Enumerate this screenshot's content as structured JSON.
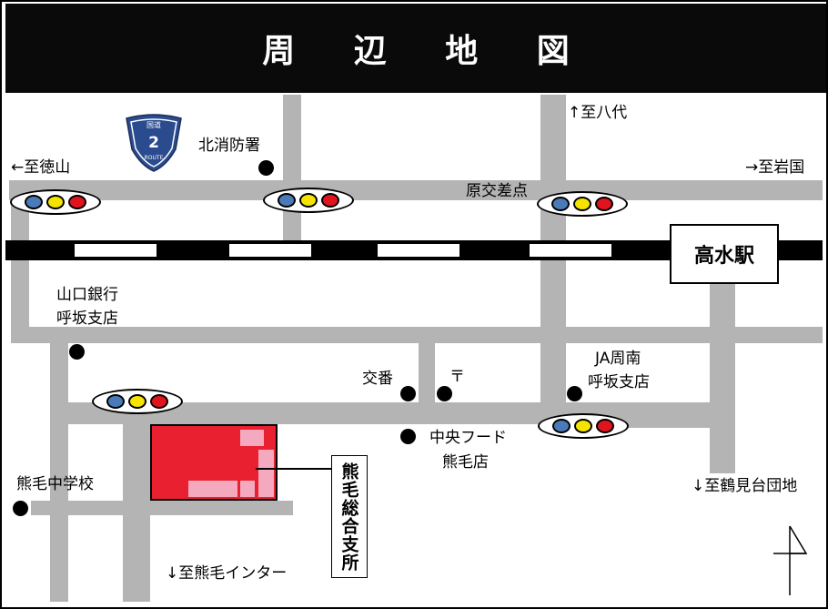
{
  "header": {
    "title": "周 辺 地 図"
  },
  "route_shield": {
    "top_text": "国道",
    "number": "2",
    "bottom_text": "ROUTE"
  },
  "station": {
    "name": "高水駅"
  },
  "destinations": {
    "tokuyama": "←至徳山",
    "iwakuni": "→至岩国",
    "yatsushiro": "↑至八代",
    "tsurumidai": "↓至鶴見台団地",
    "interchange": "↓至熊毛インター"
  },
  "places": {
    "fire_station": "北消防署",
    "intersection": "原交差点",
    "bank_line1": "山口銀行",
    "bank_line2": "呼坂支店",
    "police_box": "交番",
    "post_office": "〒",
    "ja_line1": "JA周南",
    "ja_line2": "呼坂支店",
    "food_line1": "中央フード",
    "food_line2": "熊毛店",
    "school": "熊毛中学校"
  },
  "target_building": {
    "name": "熊毛総合支所"
  },
  "colors": {
    "road": "#b4b4b4",
    "signal_blue": "#4a7ab8",
    "signal_yellow": "#f5e400",
    "signal_red": "#e0141e",
    "building_red": "#e8202f",
    "building_pink": "#f4a9be",
    "shield_blue": "#2a4b8e"
  },
  "icons": [
    "route-shield-icon",
    "traffic-signal-icon",
    "north-arrow-icon",
    "location-dot-icon"
  ]
}
